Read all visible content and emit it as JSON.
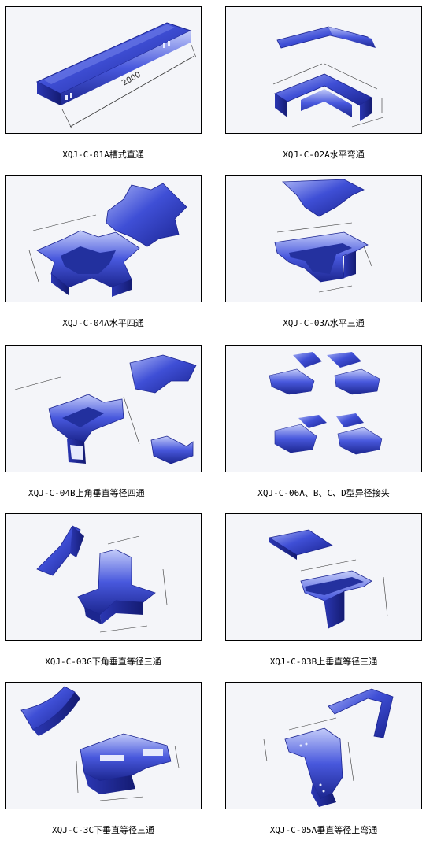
{
  "catalog": {
    "items": [
      {
        "code": "XQJ-C-01A槽式直通",
        "dim": "2000"
      },
      {
        "code": "XQJ-C-02A水平弯通"
      },
      {
        "code": "XQJ-C-04A水平四通"
      },
      {
        "code": "XQJ-C-03A水平三通"
      },
      {
        "code": "XQJ-C-04B上角垂直等径四通"
      },
      {
        "code": "XQJ-C-06A、B、C、D型异径接头"
      },
      {
        "code": "XQJ-C-03G下角垂直等径三通"
      },
      {
        "code": "XQJ-C-03B上垂直等径三通"
      },
      {
        "code": "XQJ-C-3C下垂直等径三通"
      },
      {
        "code": "XQJ-C-05A垂直等径上弯通"
      }
    ]
  },
  "colors": {
    "metal_dark": "#1e2a9a",
    "metal_mid": "#3f4fd6",
    "metal_light": "#9aa6f2",
    "line": "#333333",
    "frame_bg": "#f4f5f9"
  }
}
